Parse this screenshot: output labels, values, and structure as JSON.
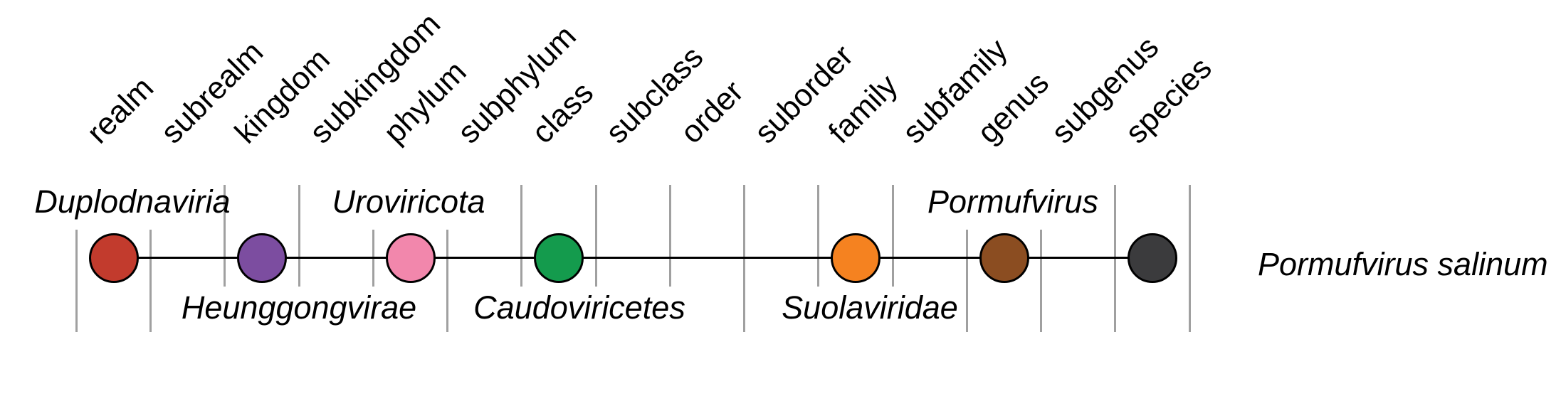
{
  "figure": {
    "description": "Virus taxonomy rank diagram",
    "ranks": [
      {
        "label": "realm"
      },
      {
        "label": "subrealm"
      },
      {
        "label": "kingdom"
      },
      {
        "label": "subkingdom"
      },
      {
        "label": "phylum"
      },
      {
        "label": "subphylum"
      },
      {
        "label": "class"
      },
      {
        "label": "subclass"
      },
      {
        "label": "order"
      },
      {
        "label": "suborder"
      },
      {
        "label": "family"
      },
      {
        "label": "subfamily"
      },
      {
        "label": "genus"
      },
      {
        "label": "subgenus"
      },
      {
        "label": "species"
      }
    ],
    "taxa": [
      {
        "rank": "realm",
        "name": "Duplodnaviria",
        "color": "#c23b2d",
        "placement": "above"
      },
      {
        "rank": "kingdom",
        "name": "Heunggongvirae",
        "color": "#7c4da0",
        "placement": "below"
      },
      {
        "rank": "phylum",
        "name": "Uroviricota",
        "color": "#f287ac",
        "placement": "above"
      },
      {
        "rank": "class",
        "name": "Caudoviricetes",
        "color": "#149b4d",
        "placement": "below"
      },
      {
        "rank": "family",
        "name": "Suolaviridae",
        "color": "#f58220",
        "placement": "below"
      },
      {
        "rank": "genus",
        "name": "Pormufvirus",
        "color": "#8b4d21",
        "placement": "above"
      },
      {
        "rank": "species",
        "name": "Pormufvirus salinum",
        "color": "#3b3b3d",
        "placement": "right"
      }
    ],
    "axis_color": "#000000",
    "tick_color": "#a0a0a0"
  }
}
